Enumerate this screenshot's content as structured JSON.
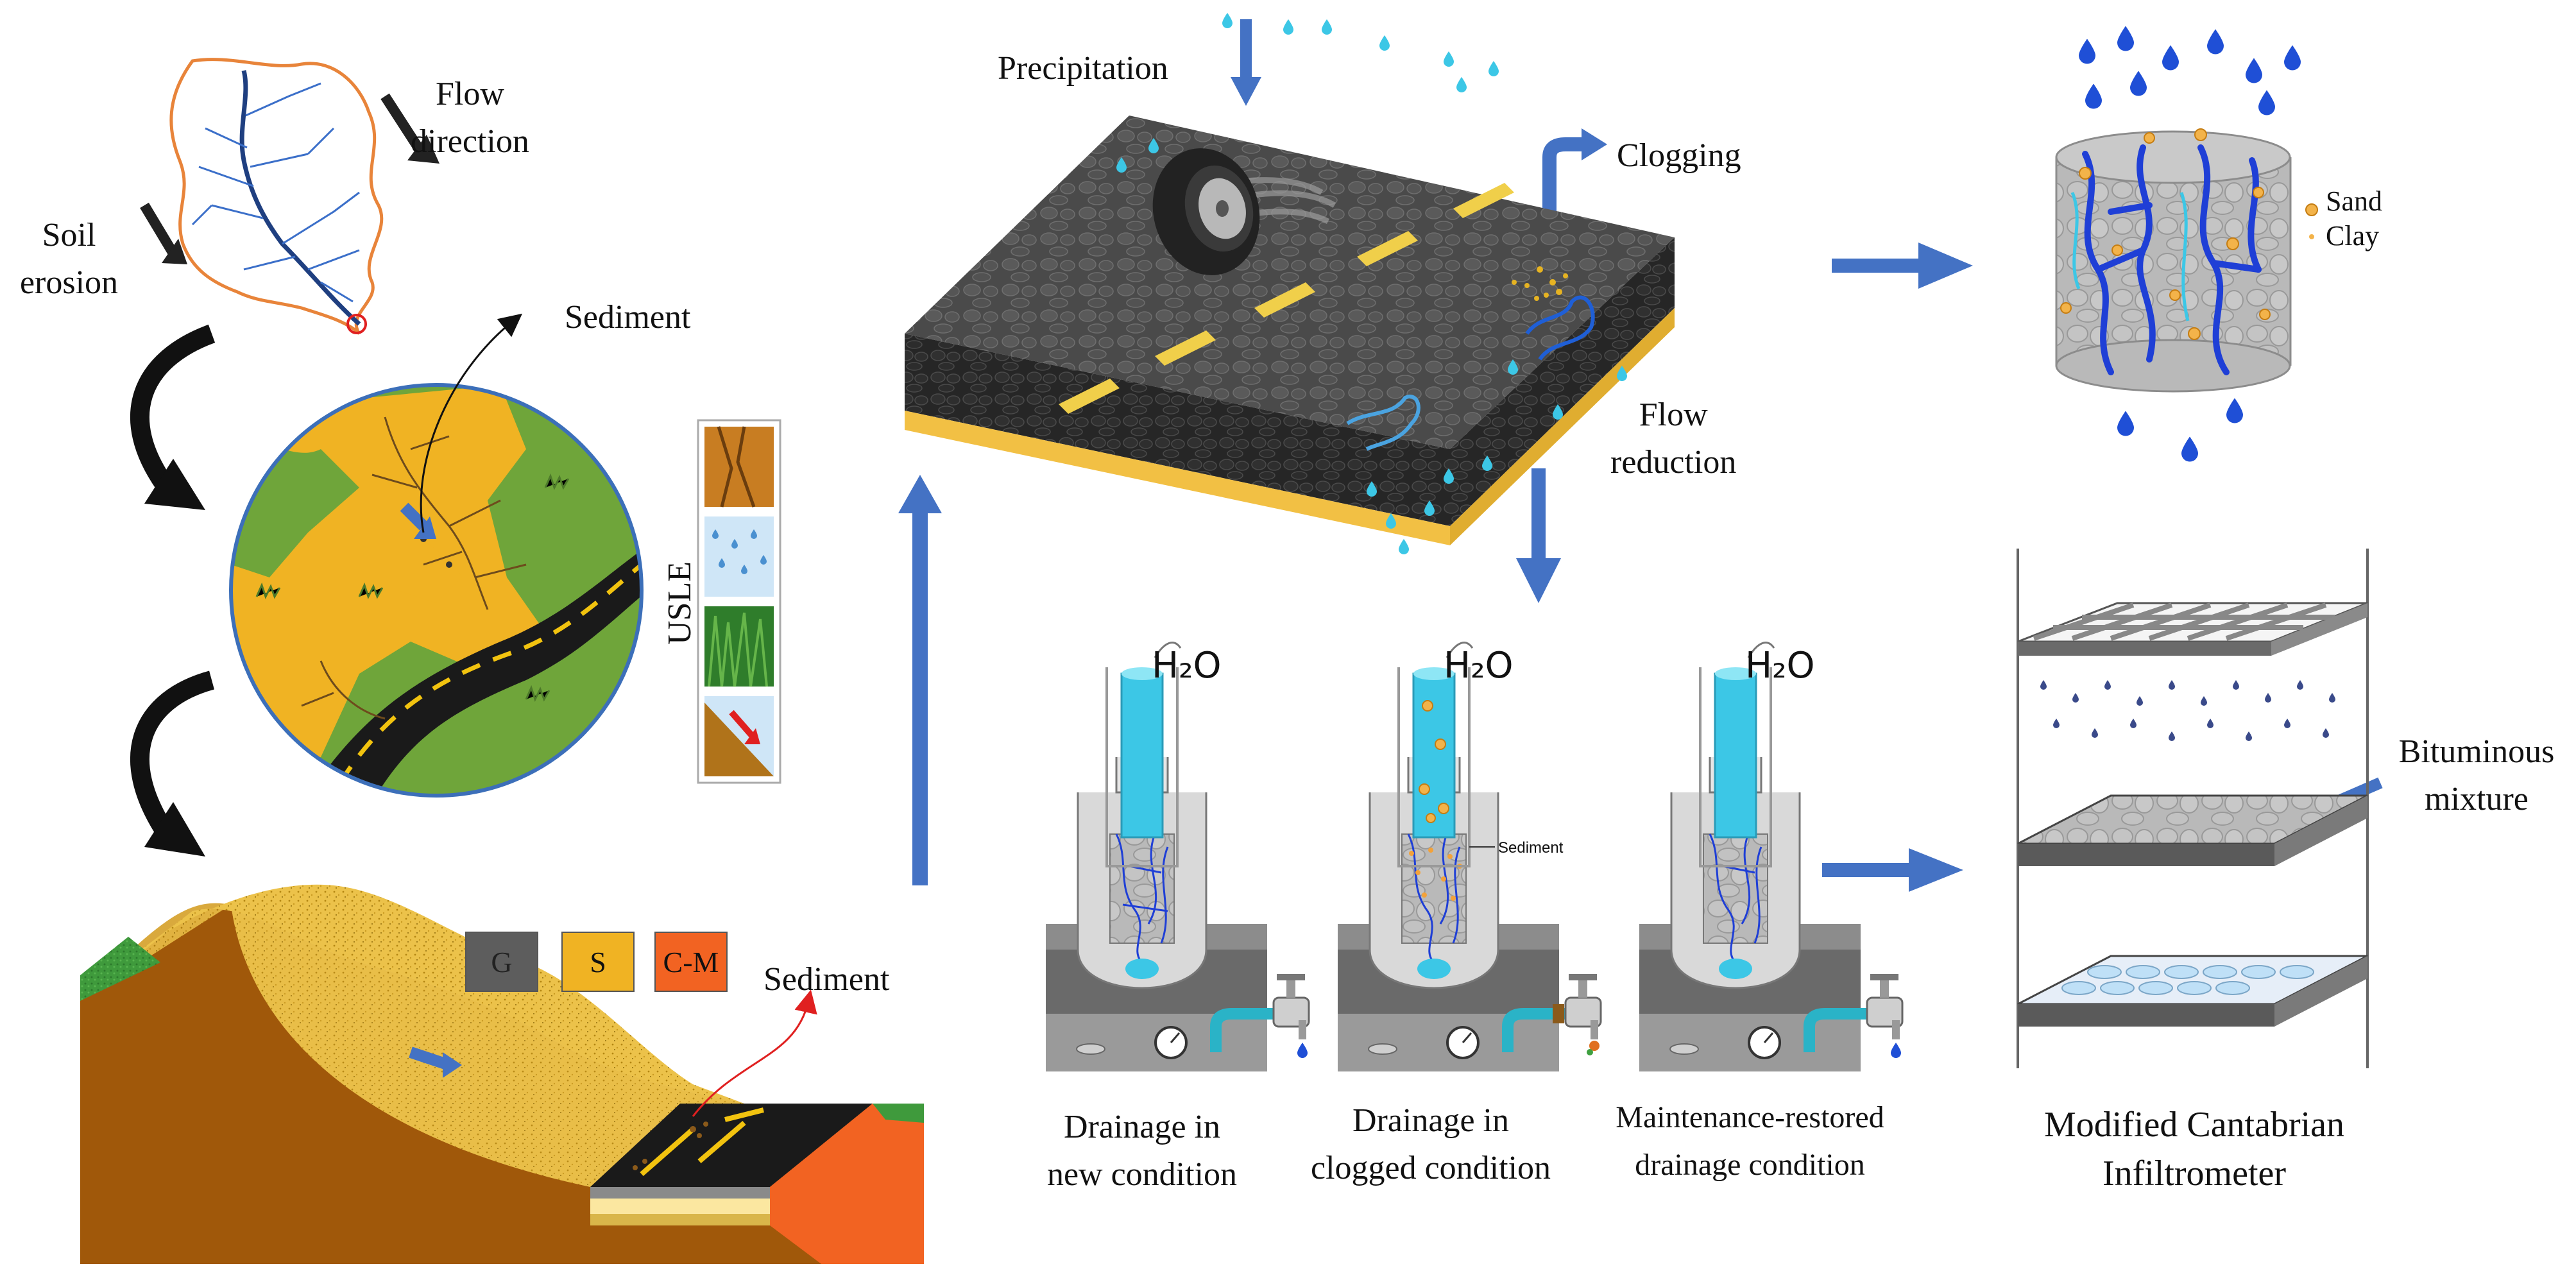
{
  "labels": {
    "flow_direction": [
      "Flow",
      "direction"
    ],
    "soil_erosion": [
      "Soil",
      "erosion"
    ],
    "sediment_top": "Sediment",
    "usle": "USLE",
    "legend_g": "G",
    "legend_s": "S",
    "legend_cm": "C-M",
    "sediment_bottom": "Sediment",
    "precipitation": "Precipitation",
    "clogging": "Clogging",
    "flow_reduction": [
      "Flow",
      "reduction"
    ],
    "sand": "Sand",
    "clay": "Clay",
    "h2o_1": "H₂O",
    "h2o_2": "H₂O",
    "h2o_3": "H₂O",
    "sediment_small": "Sediment",
    "drainage_new": [
      "Drainage in",
      "new condition"
    ],
    "drainage_clogged": [
      "Drainage in",
      "clogged condition"
    ],
    "drainage_restored": [
      "Maintenance-restored",
      "drainage condition"
    ],
    "bituminous": [
      "Bituminous",
      "mixture"
    ],
    "infiltrometer": [
      "Modified Cantabrian",
      "Infiltrometer"
    ]
  },
  "colors": {
    "arrow_blue": "#4472c4",
    "sand_yellow": "#f0b323",
    "grass_green": "#6fa53a",
    "road_black": "#1a1a1a",
    "soil_brown": "#a0580a",
    "cm_orange": "#f26322",
    "water_blue": "#1f6fd6",
    "water_cyan": "#3cc7e6",
    "catchment_orange": "#e8843a"
  },
  "icons": [
    "tire-icon",
    "faucet-icon",
    "gauge-icon",
    "water-drop-icon",
    "curved-arrow-icon"
  ]
}
